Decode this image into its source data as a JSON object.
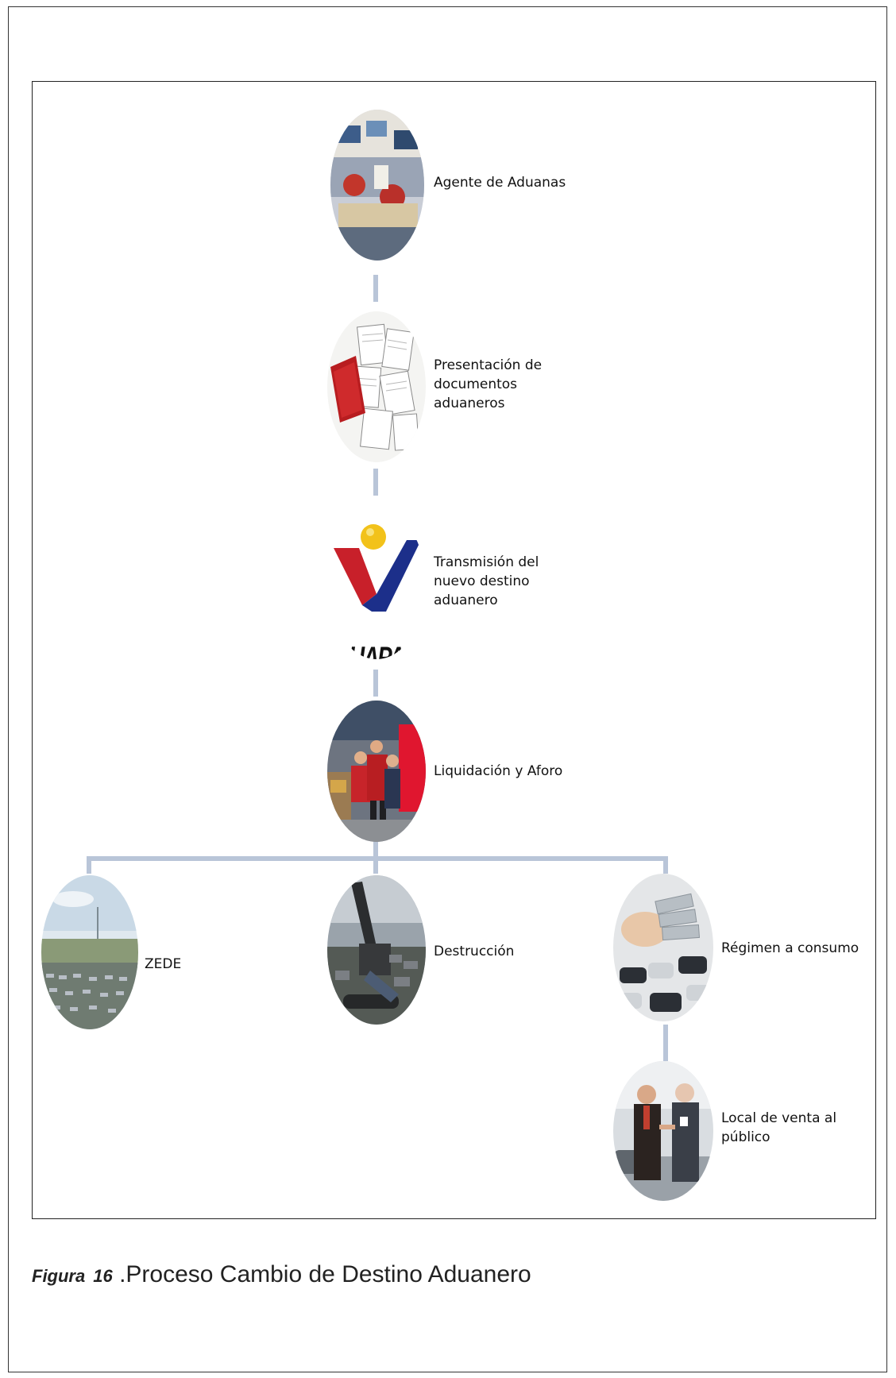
{
  "diagram": {
    "nodes": [
      {
        "id": "agente",
        "label": "Agente de Aduanas",
        "icon": "customs-office-photo"
      },
      {
        "id": "presentacion",
        "label": "Presentación de\ndocumentos\naduaneros",
        "icon": "documents-photo"
      },
      {
        "id": "transmision",
        "label": "Transmisión del\nnuevo destino\naduanero",
        "icon": "ecuapass-logo",
        "logo_text": "ECUAPASS"
      },
      {
        "id": "liquidacion",
        "label": "Liquidación y Aforo",
        "icon": "inspection-team-photo"
      },
      {
        "id": "zede",
        "label": "ZEDE",
        "icon": "car-lot-aerial-photo"
      },
      {
        "id": "destruccion",
        "label": "Destrucción",
        "icon": "scrapyard-excavator-photo"
      },
      {
        "id": "regimen",
        "label": "Régimen a consumo",
        "icon": "cars-money-photo"
      },
      {
        "id": "local",
        "label": "Local de venta al\npúblico",
        "icon": "car-dealer-handshake-photo"
      }
    ],
    "edges": [
      [
        "agente",
        "presentacion"
      ],
      [
        "presentacion",
        "transmision"
      ],
      [
        "transmision",
        "liquidacion"
      ],
      [
        "liquidacion",
        "zede"
      ],
      [
        "liquidacion",
        "destruccion"
      ],
      [
        "liquidacion",
        "regimen"
      ],
      [
        "regimen",
        "local"
      ]
    ],
    "connector_color": "#b9c5d8"
  },
  "caption": {
    "label": "Figura",
    "number": "16",
    "text": ".Proceso Cambio de Destino Aduanero"
  }
}
